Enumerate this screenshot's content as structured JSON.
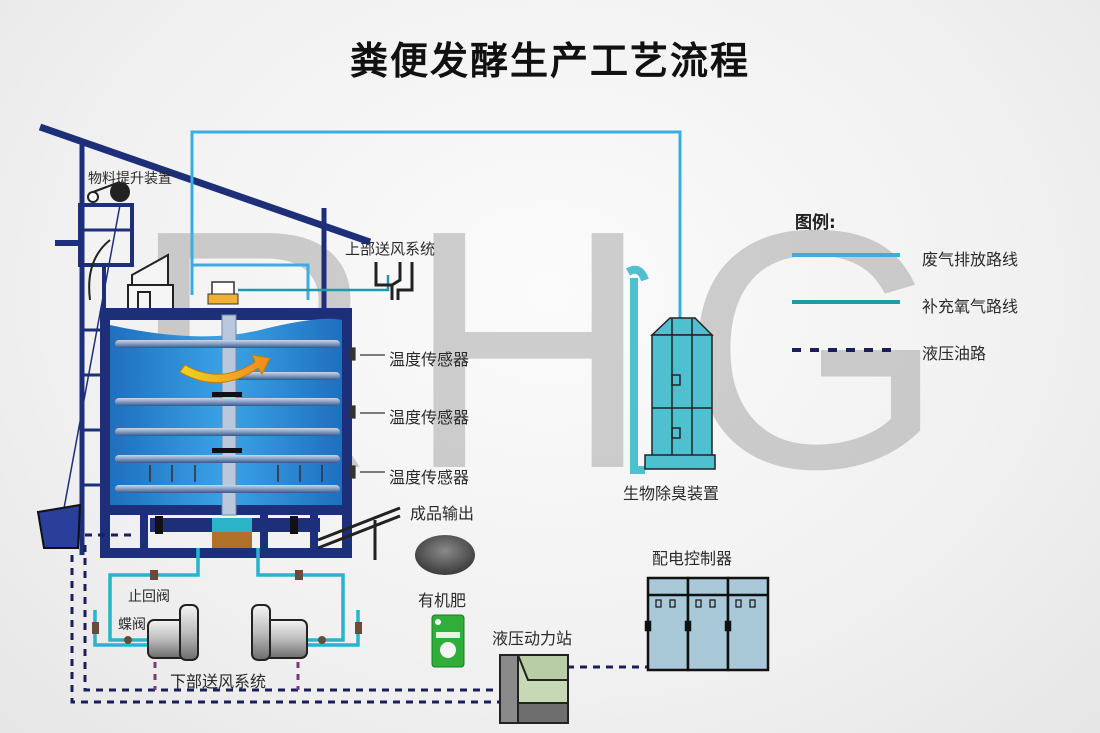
{
  "title": "粪便发酵生产工艺流程",
  "watermark": {
    "text": "RHG"
  },
  "legend": {
    "heading": "图例:",
    "items": [
      {
        "label": "废气排放路线",
        "style": "solid",
        "color": "#3aaee0"
      },
      {
        "label": "补充氧气路线",
        "style": "solid",
        "color": "#1e9aa8"
      },
      {
        "label": "液压油路",
        "style": "dashed",
        "color": "#1c1e5a"
      }
    ]
  },
  "components": {
    "material_lift": "物料提升装置",
    "upper_air_supply": "上部送风系统",
    "temp_sensor_1": "温度传感器",
    "temp_sensor_2": "温度传感器",
    "temp_sensor_3": "温度传感器",
    "product_output": "成品输出",
    "organic_fertilizer": "有机肥",
    "check_valve": "止回阀",
    "butterfly_valve": "蝶阀",
    "lower_air_supply": "下部送风系统",
    "hydraulic_station": "液压动力站",
    "power_controller": "配电控制器",
    "bio_deodorizer": "生物除臭装置"
  },
  "colors": {
    "frame": "#1e2f7a",
    "exhaust_line": "#3aaee0",
    "oxygen_line": "#1e9aa8",
    "hydraulic_line": "#1c1e5a",
    "tank_water": "#2f8fd6",
    "deodorizer": "#4fc0cf",
    "cabinet": "#a9c8d8",
    "arrow": "#f2b21c"
  }
}
